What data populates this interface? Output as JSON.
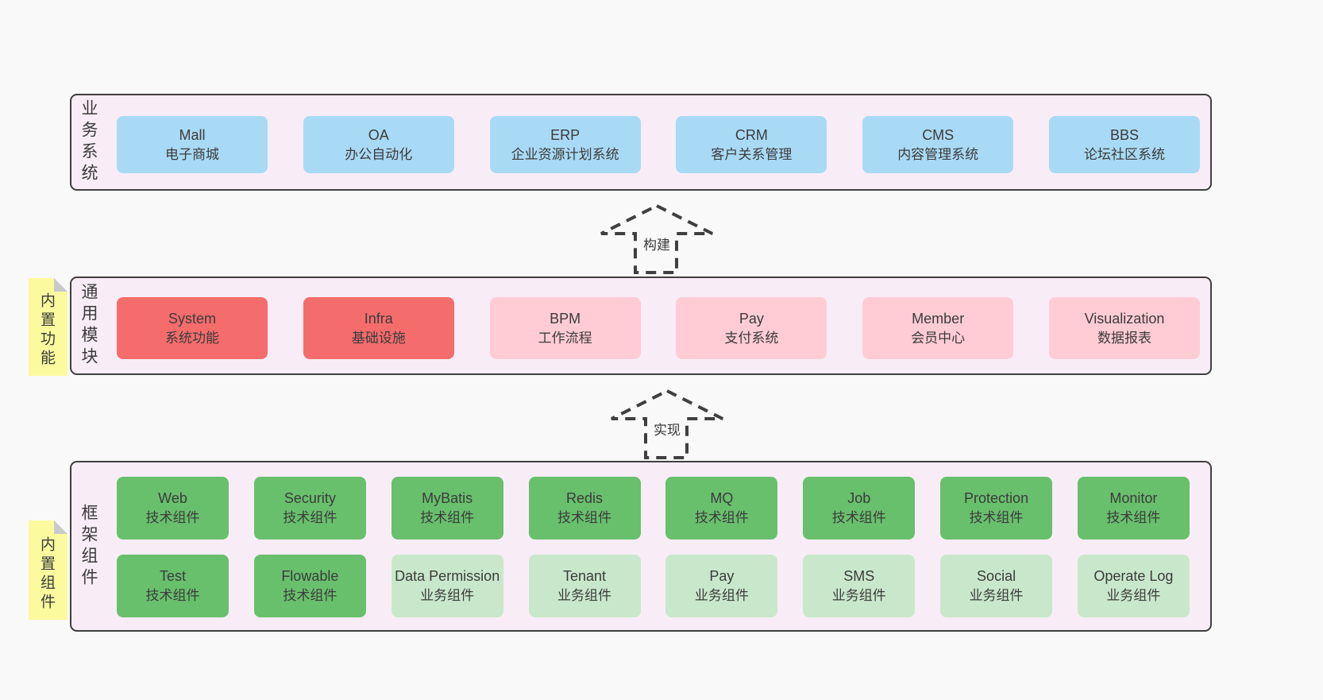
{
  "colors": {
    "page_bg": "#f9f9f9",
    "panel_bg": "#f8edf6",
    "panel_border": "#3f3f3f",
    "blue_box": "#a9daf5",
    "red_box": "#f56c6c",
    "pink_box": "#ffccd5",
    "green_dark_box": "#68c06c",
    "green_light_box": "#c9e8cb",
    "sticky_bg": "#fbfa9e",
    "text": "#3b3b3b"
  },
  "arrows": [
    {
      "label": "构建"
    },
    {
      "label": "实现"
    }
  ],
  "panels": [
    {
      "side_label": "业务系统",
      "boxes": [
        {
          "title": "Mall",
          "subtitle": "电子商城"
        },
        {
          "title": "OA",
          "subtitle": "办公自动化"
        },
        {
          "title": "ERP",
          "subtitle": "企业资源计划系统"
        },
        {
          "title": "CRM",
          "subtitle": "客户关系管理"
        },
        {
          "title": "CMS",
          "subtitle": "内容管理系统"
        },
        {
          "title": "BBS",
          "subtitle": "论坛社区系统"
        }
      ]
    },
    {
      "side_label": "通用模块",
      "sticky_label": "内置功能",
      "boxes": [
        {
          "title": "System",
          "subtitle": "系统功能"
        },
        {
          "title": "Infra",
          "subtitle": "基础设施"
        },
        {
          "title": "BPM",
          "subtitle": "工作流程"
        },
        {
          "title": "Pay",
          "subtitle": "支付系统"
        },
        {
          "title": "Member",
          "subtitle": "会员中心"
        },
        {
          "title": "Visualization",
          "subtitle": "数据报表"
        }
      ]
    },
    {
      "side_label": "框架组件",
      "sticky_label": "内置组件",
      "rows": [
        [
          {
            "title": "Web",
            "subtitle": "技术组件"
          },
          {
            "title": "Security",
            "subtitle": "技术组件"
          },
          {
            "title": "MyBatis",
            "subtitle": "技术组件"
          },
          {
            "title": "Redis",
            "subtitle": "技术组件"
          },
          {
            "title": "MQ",
            "subtitle": "技术组件"
          },
          {
            "title": "Job",
            "subtitle": "技术组件"
          },
          {
            "title": "Protection",
            "subtitle": "技术组件"
          },
          {
            "title": "Monitor",
            "subtitle": "技术组件"
          }
        ],
        [
          {
            "title": "Test",
            "subtitle": "技术组件"
          },
          {
            "title": "Flowable",
            "subtitle": "技术组件"
          },
          {
            "title": "Data Permission",
            "subtitle": "业务组件"
          },
          {
            "title": "Tenant",
            "subtitle": "业务组件"
          },
          {
            "title": "Pay",
            "subtitle": "业务组件"
          },
          {
            "title": "SMS",
            "subtitle": "业务组件"
          },
          {
            "title": "Social",
            "subtitle": "业务组件"
          },
          {
            "title": "Operate Log",
            "subtitle": "业务组件"
          }
        ]
      ]
    }
  ]
}
